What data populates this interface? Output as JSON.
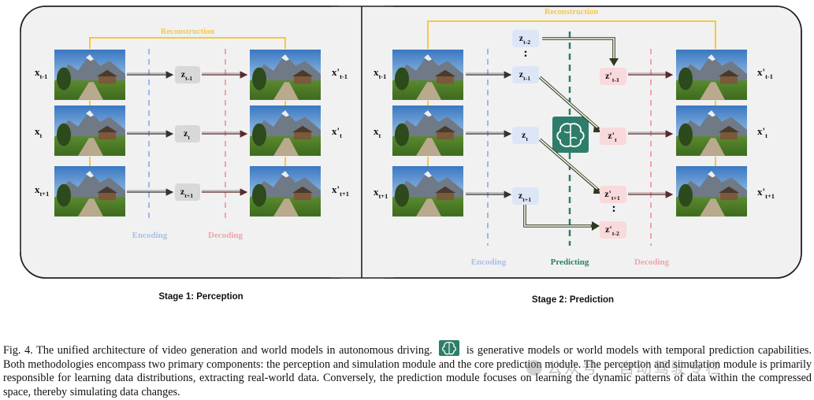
{
  "stage1": {
    "title": "Stage 1: Perception",
    "reconstruction_label": "Reconstruction",
    "encoding_label": "Encoding",
    "decoding_label": "Decoding",
    "inputs": [
      {
        "base": "x",
        "sub": "t-1"
      },
      {
        "base": "x",
        "sub": "t"
      },
      {
        "base": "x",
        "sub": "t+1"
      }
    ],
    "latents": [
      {
        "base": "z",
        "sub": "t-1"
      },
      {
        "base": "z",
        "sub": "t"
      },
      {
        "base": "z",
        "sub": "t+1"
      }
    ],
    "outputs": [
      {
        "base": "x'",
        "sub": "t-1"
      },
      {
        "base": "x'",
        "sub": "t"
      },
      {
        "base": "x'",
        "sub": "t+1"
      }
    ]
  },
  "stage2": {
    "title": "Stage 2: Prediction",
    "reconstruction_label": "Reconstruction",
    "encoding_label": "Encoding",
    "predicting_label": "Predicting",
    "decoding_label": "Decoding",
    "inputs": [
      {
        "base": "x",
        "sub": "t-1"
      },
      {
        "base": "x",
        "sub": "t"
      },
      {
        "base": "x",
        "sub": "t+1"
      }
    ],
    "latents": [
      {
        "base": "z",
        "sub": "t-2"
      },
      {
        "base": "z",
        "sub": "t-1"
      },
      {
        "base": "z",
        "sub": "t"
      },
      {
        "base": "z",
        "sub": "t+1"
      }
    ],
    "predicted": [
      {
        "base": "z'",
        "sub": "t-1"
      },
      {
        "base": "z'",
        "sub": "t"
      },
      {
        "base": "z'",
        "sub": "t+1"
      },
      {
        "base": "z'",
        "sub": "t-2"
      }
    ],
    "outputs": [
      {
        "base": "x'",
        "sub": "t-1"
      },
      {
        "base": "x'",
        "sub": "t"
      },
      {
        "base": "x'",
        "sub": "t+1"
      }
    ],
    "ellipsis": ":"
  },
  "caption": {
    "part1": "Fig. 4.  The unified architecture of video generation and world models in autonomous driving.",
    "part2": "is generative models or world models with temporal prediction capabilities. Both methodologies encompass two primary components: the perception and simulation module and the core prediction module. The perception and simulation module is primarily responsible for learning data distributions, extracting real-world data. Conversely, the prediction module focuses on learning the dynamic patterns of data within the compressed space, thereby simulating data changes."
  },
  "watermark": "公众号 · 自动驾驶专栏",
  "colors": {
    "reconstruction": "#f5c842",
    "encoding": "#9fb8e8",
    "decoding": "#f0a4a8",
    "predicting": "#2e7d6b",
    "latent_box": "#d8d8d8",
    "latent_blue": "#dde6f7",
    "latent_pink": "#f9d9db",
    "model_icon": "#2e7d6b"
  }
}
